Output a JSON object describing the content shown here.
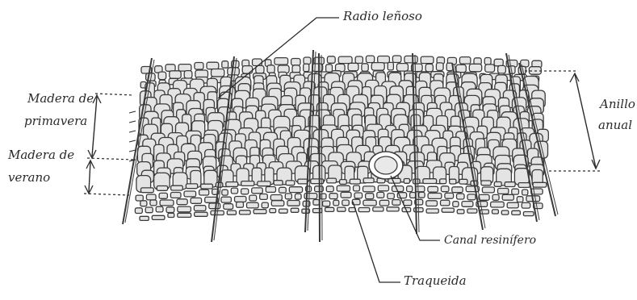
{
  "diagram": {
    "labels": {
      "radio_lenoso": "Radio leñoso",
      "madera_primavera_line1": "Madera de",
      "madera_primavera_line2": "primavera",
      "madera_verano_line1": "Madera de",
      "madera_verano_line2": "verano",
      "anillo_anual_line1": "Anillo",
      "anillo_anual_line2": "anual",
      "canal_resinifero": "Canal resinífero",
      "traqueida": "Traqueida"
    },
    "colors": {
      "ink": "#2a2a2a",
      "cell_fill": "#e4e4e4",
      "cell_stroke": "#3a3a3a",
      "background": "#ffffff"
    }
  }
}
